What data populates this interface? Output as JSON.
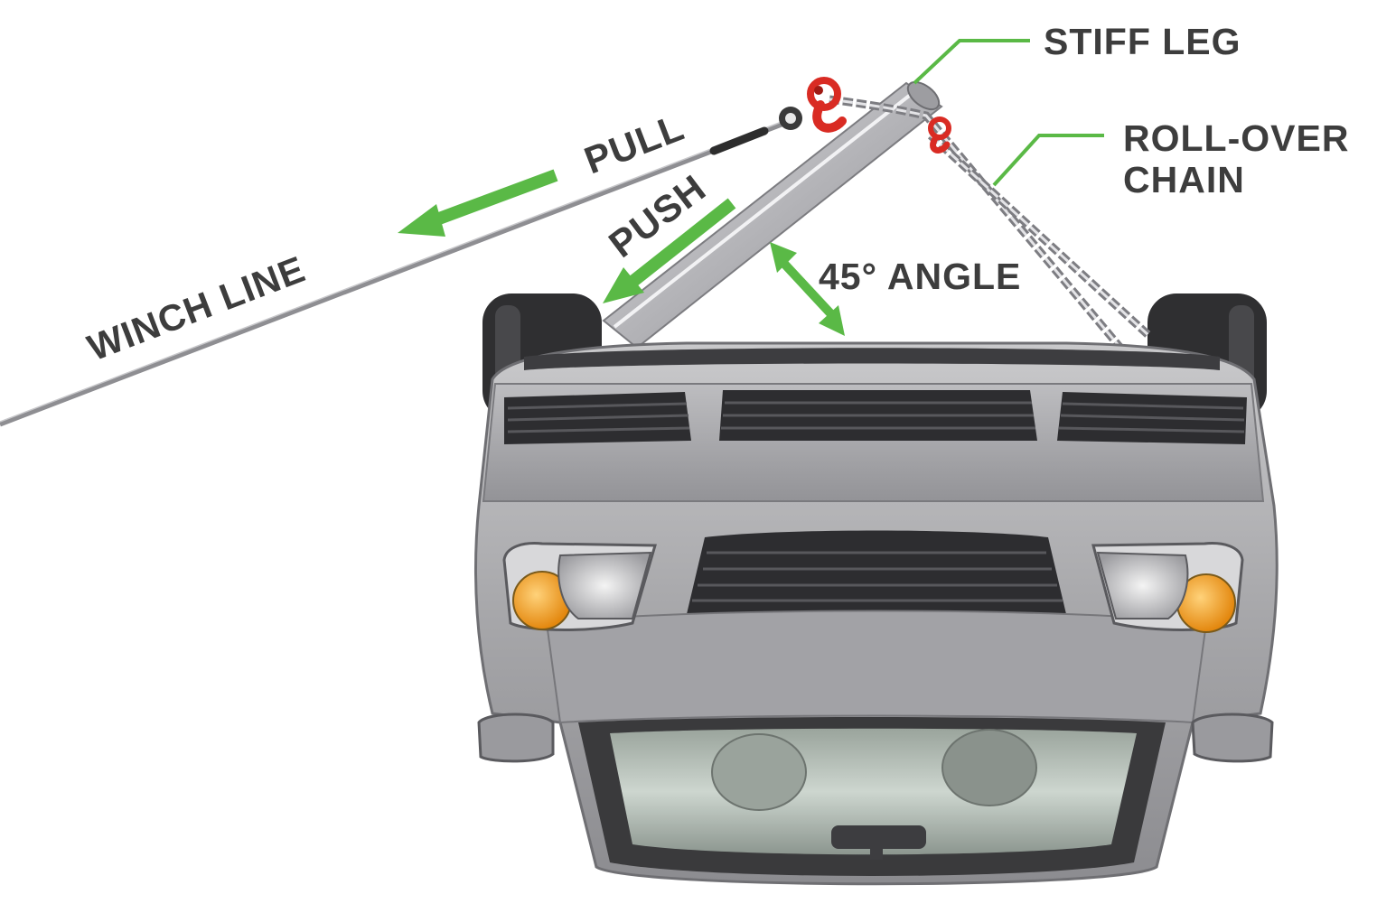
{
  "labels": {
    "stiff_leg": "STIFF LEG",
    "roll_over_line1": "ROLL-OVER",
    "roll_over_line2": "CHAIN",
    "pull": "PULL",
    "push": "PUSH",
    "angle": "45° ANGLE",
    "winch_line": "WINCH LINE"
  },
  "colors": {
    "accent_green": "#5ab946",
    "hook_red": "#e0302a",
    "text_dark": "#3d3d3d",
    "body_grey": "#a9a9ab",
    "turn_signal_amber": "#f2a21b"
  },
  "icons": {
    "hook": "hook-icon",
    "chain": "chain-icon",
    "arrow": "arrow-icon"
  }
}
